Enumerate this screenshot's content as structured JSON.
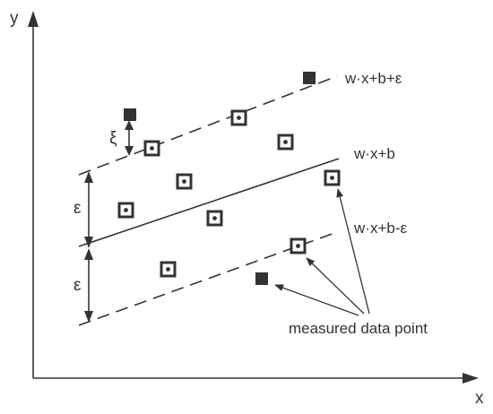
{
  "axes": {
    "x_label": "x",
    "y_label": "y"
  },
  "lines": {
    "upper_label": "w·x+b+ε",
    "center_label": "w·x+b",
    "lower_label": "w·x+b-ε"
  },
  "annotations": {
    "epsilon_upper": "ε",
    "epsilon_lower": "ε",
    "xi": "ξ",
    "measured_label": "measured data point"
  },
  "markers": {
    "inside_style": "hollow square with dot",
    "outside_style": "filled square"
  },
  "colors": {
    "ink": "#333333",
    "outlier_fill": "#333333",
    "background": "#ffffff"
  }
}
